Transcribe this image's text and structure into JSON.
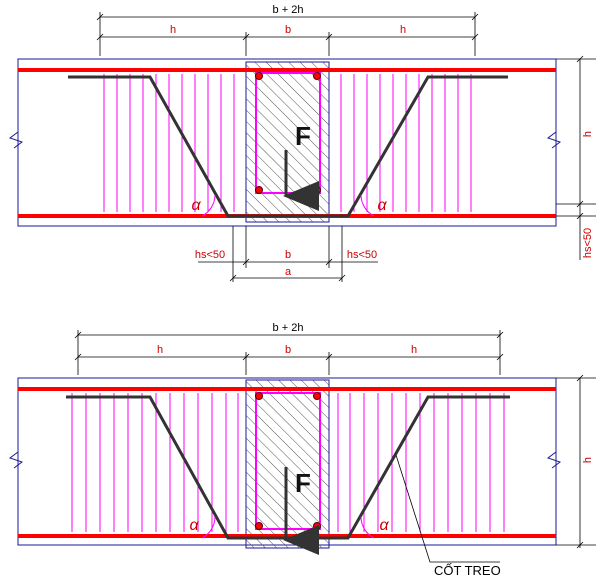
{
  "colors": {
    "beam_outline": "#1a1a99",
    "main_bar": "#ff0000",
    "stirrup": "#ff00ff",
    "hanger_bar": "#333333",
    "dimension": "#000000",
    "label_red": "#cc0000"
  },
  "panel_top": {
    "dim_total": "b + 2h",
    "dim_left": "h",
    "dim_mid": "b",
    "dim_right": "h",
    "dim_bottom_mid": "b",
    "dim_bottom_a": "a",
    "hs_left": "hs<50",
    "hs_right": "hs<50",
    "side_h": "h",
    "side_hs": "hs<50",
    "load": "F",
    "angle_left": "α",
    "angle_right": "α"
  },
  "panel_bottom": {
    "dim_total": "b + 2h",
    "dim_left": "h",
    "dim_mid": "b",
    "dim_right": "h",
    "side_h": "h",
    "load": "F",
    "angle_left": "α",
    "angle_right": "α",
    "callout": "CỐT TREO"
  }
}
